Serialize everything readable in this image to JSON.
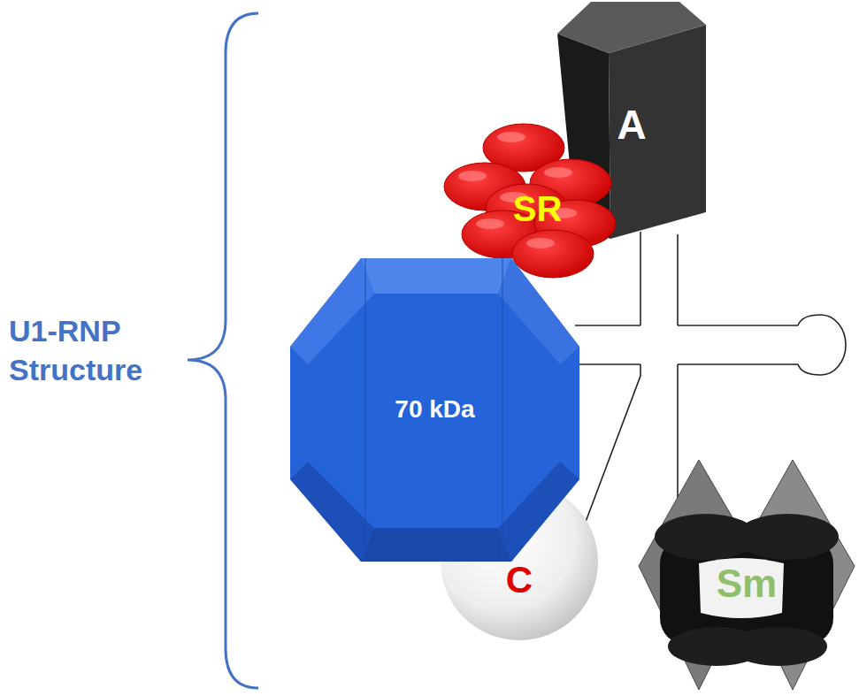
{
  "diagram": {
    "title": "U1-RNP Structure",
    "nodes": [
      {
        "text": [
          "A"
        ]
      },
      {
        "text": [
          "SR"
        ]
      },
      {
        "text": [
          "70 kDa"
        ]
      },
      {
        "text": [
          "C"
        ]
      },
      {
        "text": [
          "Sm"
        ]
      }
    ]
  }
}
